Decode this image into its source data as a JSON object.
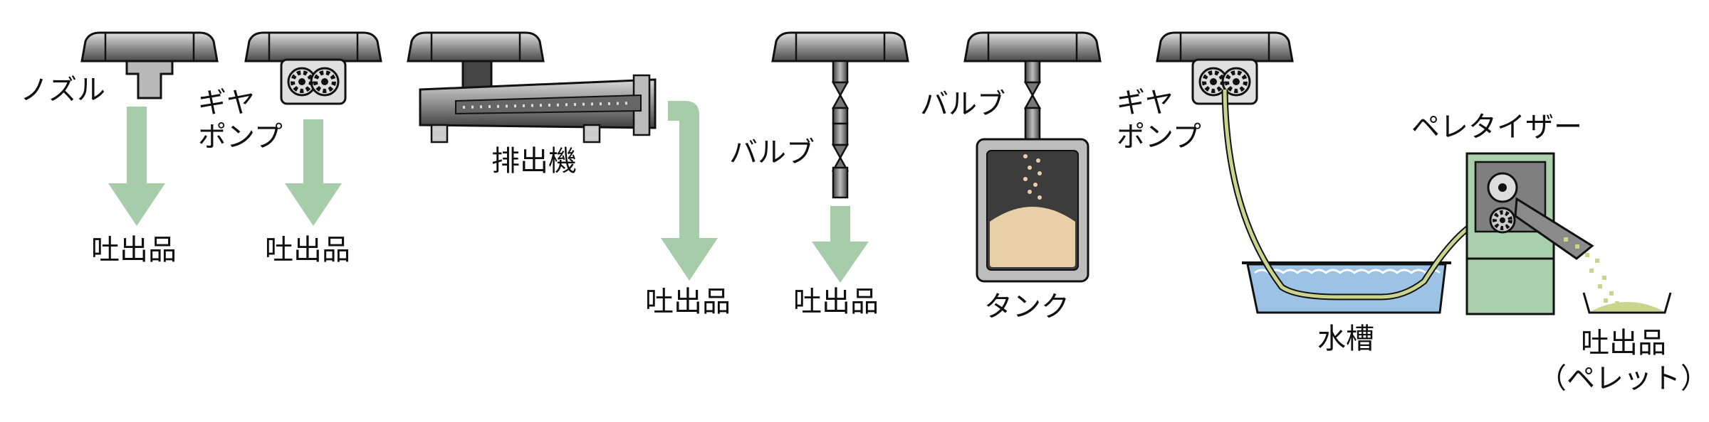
{
  "labels": {
    "nozzle": "ノズル",
    "gear_pump_1_line1": "ギヤ",
    "gear_pump_1_line2": "ポンプ",
    "extruder": "排出機",
    "valve_1": "バルブ",
    "valve_2": "バルブ",
    "tank": "タンク",
    "gear_pump_2_line1": "ギヤ",
    "gear_pump_2_line2": "ポンプ",
    "pelletizer": "ペレタイザー",
    "water_tank": "水槽",
    "output": "吐出品",
    "output_pellet_line2": "（ペレット）"
  },
  "colors": {
    "arrow": "#a7ccaa",
    "machine_dark": "#555555",
    "machine_light": "#c9c9c9",
    "strand": "#c9d58d",
    "powder": "#e8cfa6",
    "water": "#9cc3e6",
    "pelletizer_body": "#a9cfac"
  }
}
